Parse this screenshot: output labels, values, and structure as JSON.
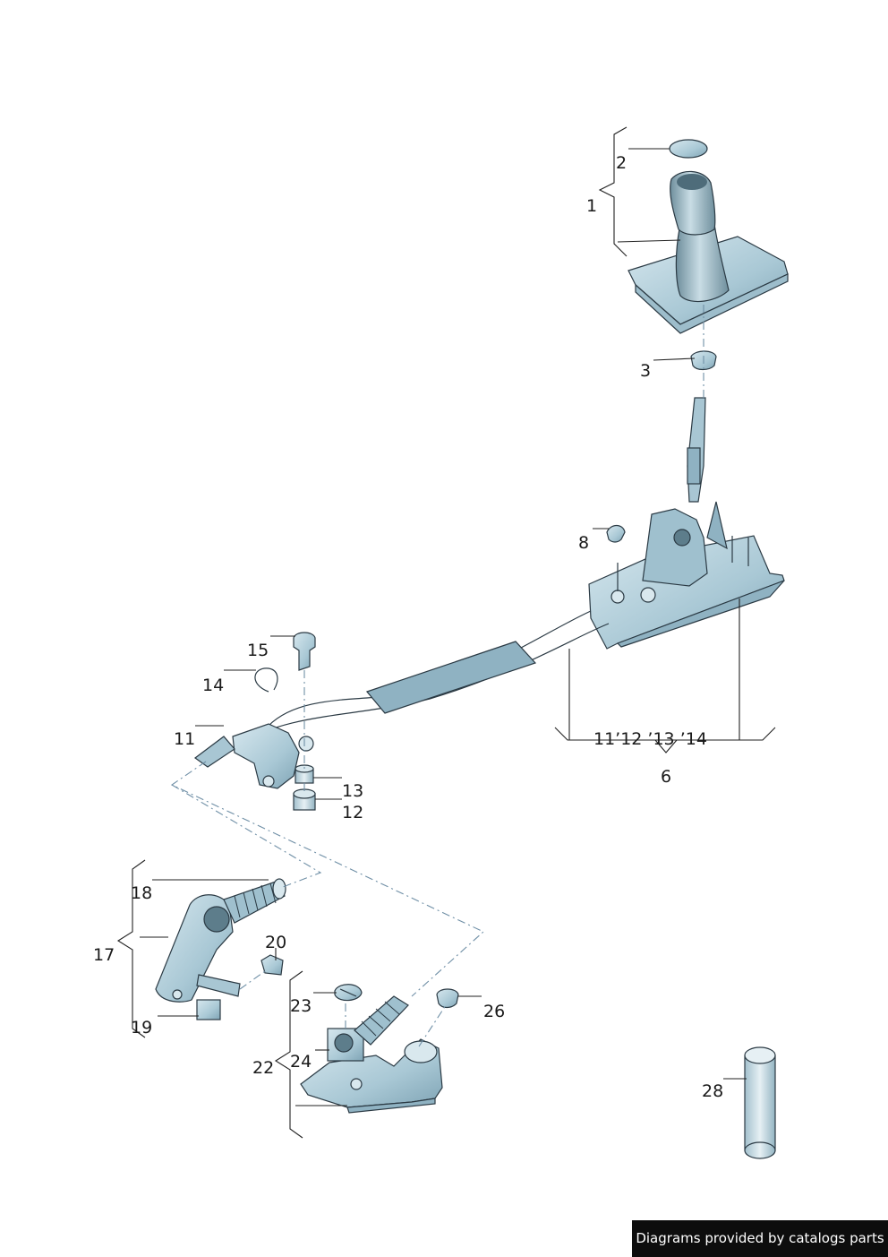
{
  "callouts": {
    "c1": "1",
    "c2": "2",
    "c3": "3",
    "c6": "6",
    "c8": "8",
    "c11": "11",
    "c12": "12",
    "c13": "13",
    "c14": "14",
    "c15": "15",
    "c17": "17",
    "c18": "18",
    "c19": "19",
    "c20": "20",
    "c22": "22",
    "c23": "23",
    "c24": "24",
    "c26": "26",
    "c28": "28",
    "group6_parts": "11’12 ’13 ’14"
  },
  "watermark": "Diagrams provided by catalogs parts",
  "colors": {
    "part_fill": "#b9d3de",
    "part_shade": "#8fb2c2",
    "outline": "#2b3a44",
    "leader": "#222222",
    "axis_dash": "#6f8fa6"
  }
}
